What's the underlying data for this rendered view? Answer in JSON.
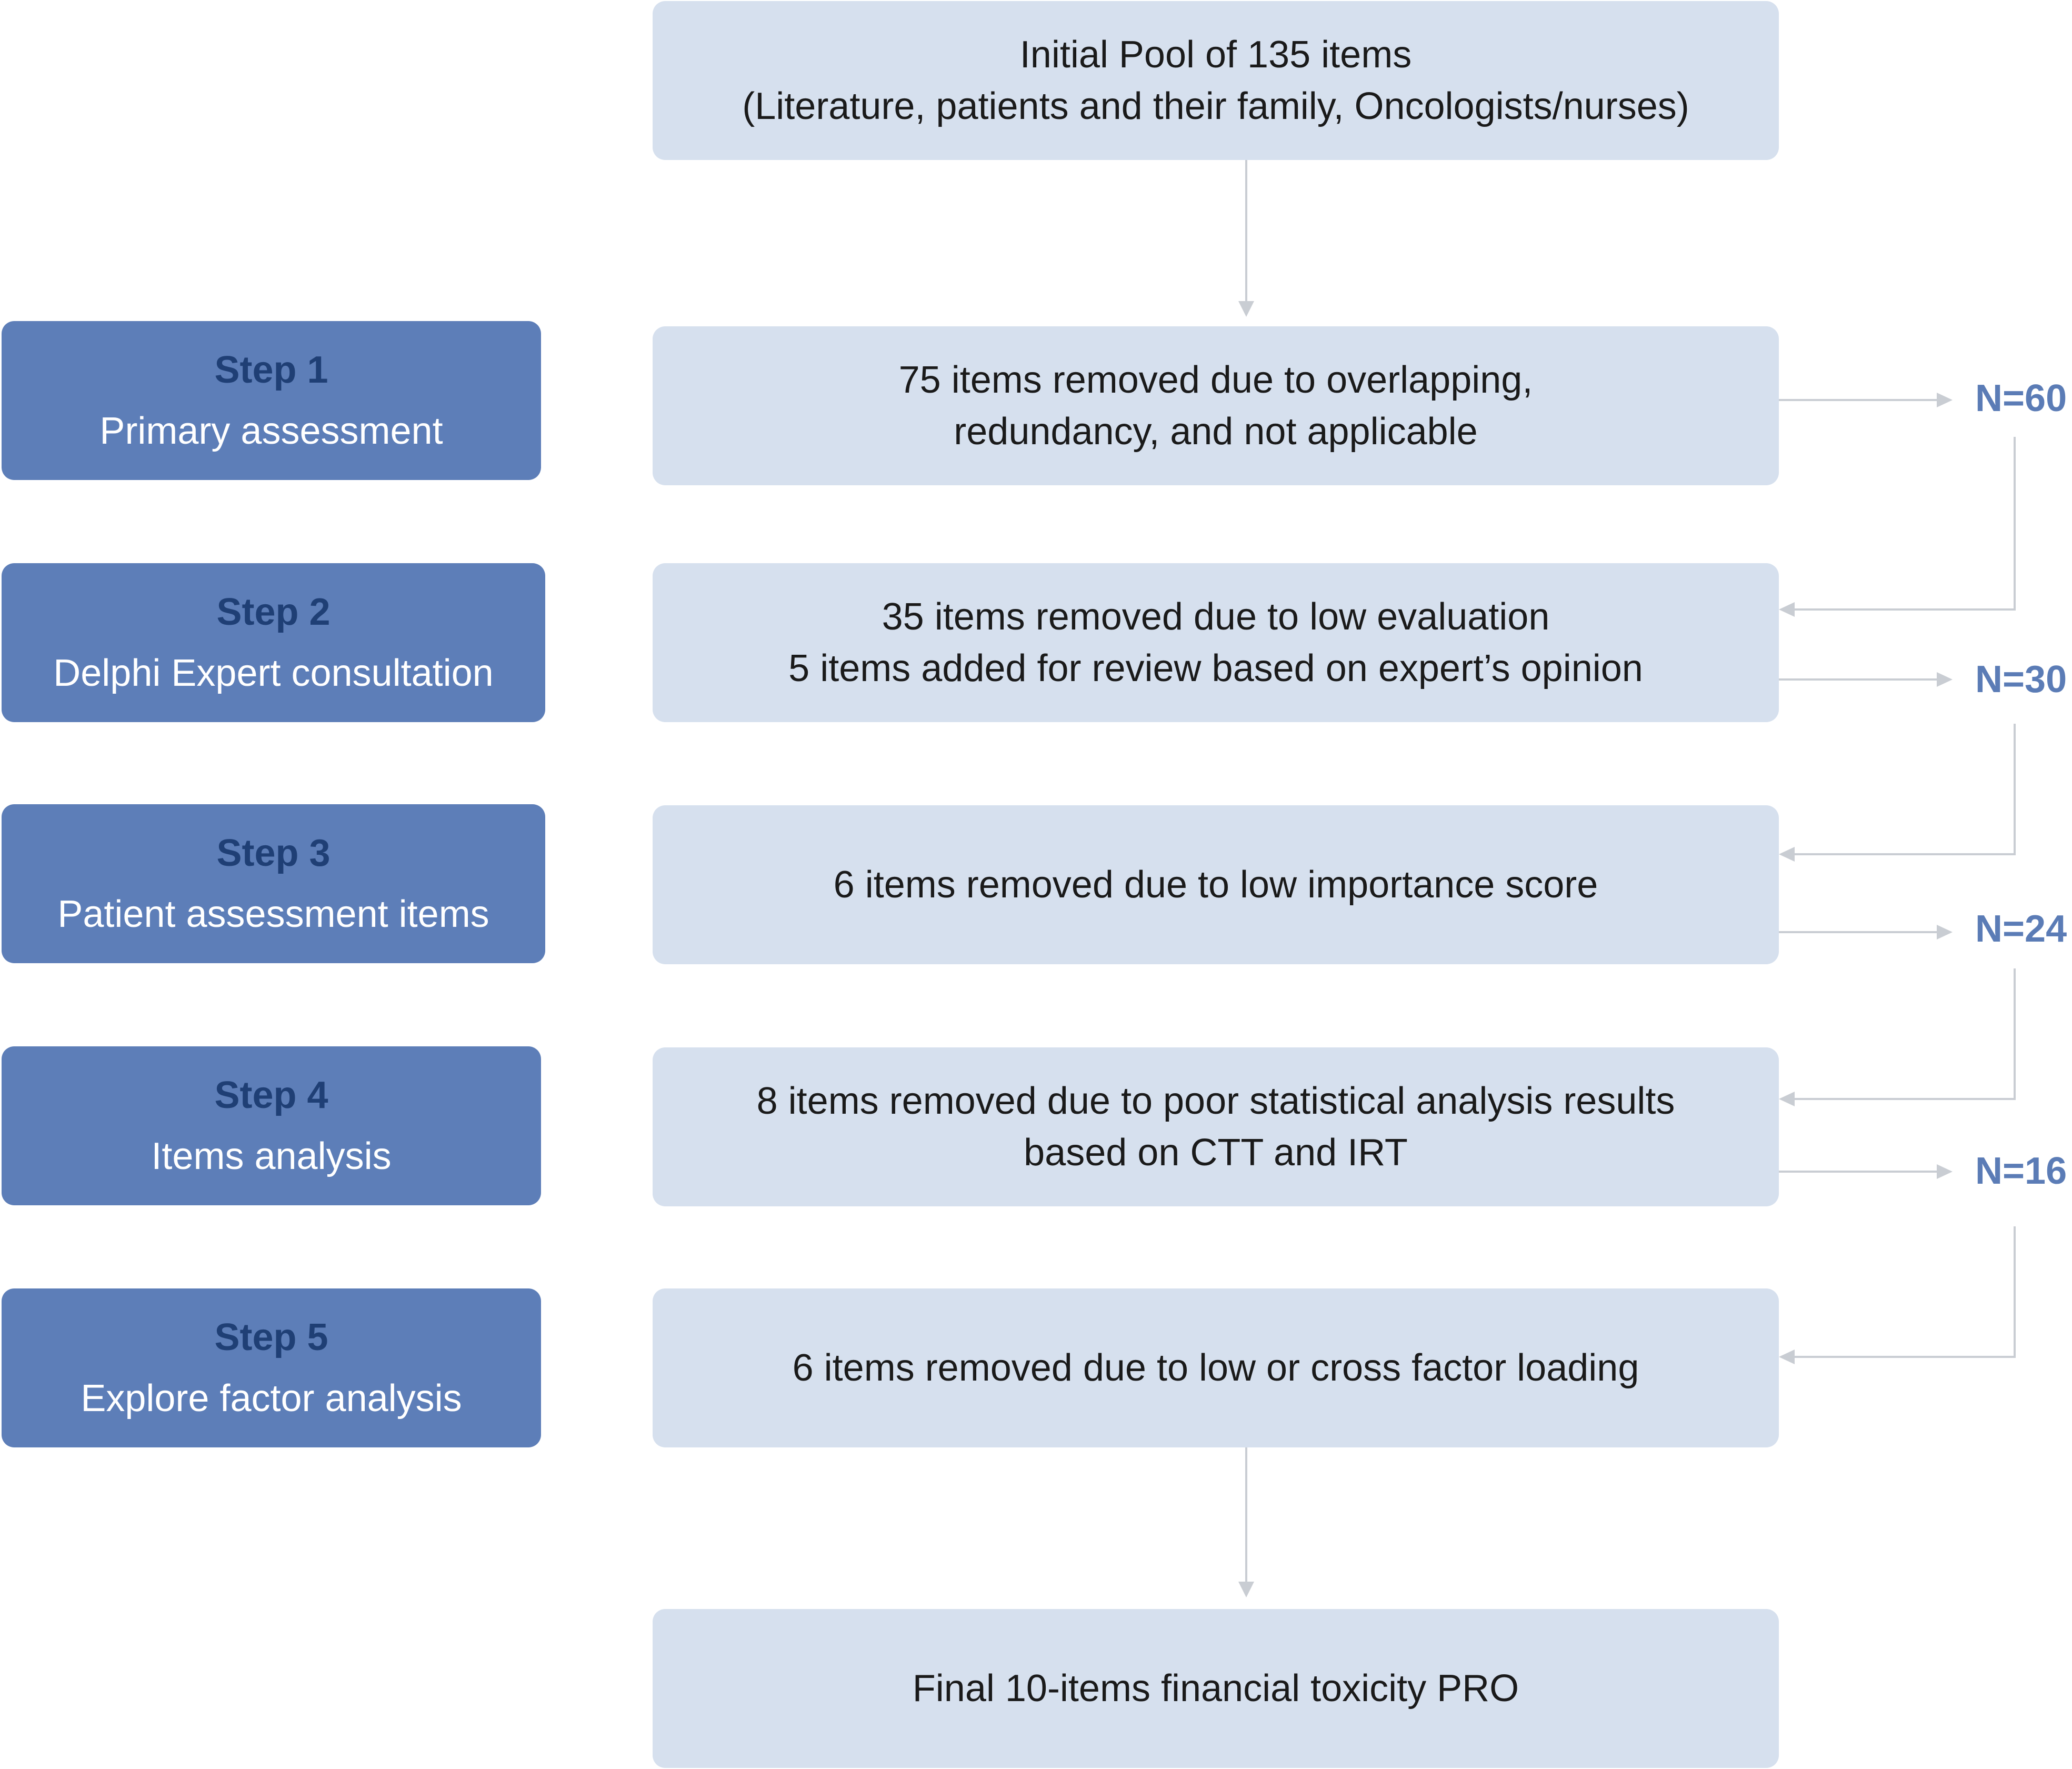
{
  "flow": {
    "initial": {
      "line1": "Initial Pool of 135 items",
      "line2": "(Literature, patients and their family, Oncologists/nurses)"
    },
    "step1": {
      "line1": "75 items removed due to overlapping,",
      "line2": "redundancy, and not applicable"
    },
    "step2": {
      "line1": "35 items removed due to low evaluation",
      "line2": "5 items added for review based on expert’s opinion"
    },
    "step3": {
      "line1": "6 items removed due to low importance score"
    },
    "step4": {
      "line1": "8 items removed due to poor statistical analysis results",
      "line2": "based on CTT and IRT"
    },
    "step5": {
      "line1": "6 items removed due to low or cross factor loading"
    },
    "final": {
      "line1": "Final 10-items financial toxicity PRO"
    }
  },
  "steps": [
    {
      "title": "Step 1",
      "subtitle": "Primary assessment"
    },
    {
      "title": "Step 2",
      "subtitle": "Delphi Expert consultation"
    },
    {
      "title": "Step 3",
      "subtitle": "Patient assessment items"
    },
    {
      "title": "Step 4",
      "subtitle": "Items analysis"
    },
    {
      "title": "Step 5",
      "subtitle": "Explore factor analysis"
    }
  ],
  "counts": [
    "N=60",
    "N=30",
    "N=24",
    "N=16"
  ],
  "colors": {
    "flow_box_fill": "#d6e0ee",
    "step_box_fill": "#5d7eb8",
    "step_title_text": "#1f3f75",
    "count_text": "#5b7cb6",
    "connector": "#c9cdd3"
  }
}
